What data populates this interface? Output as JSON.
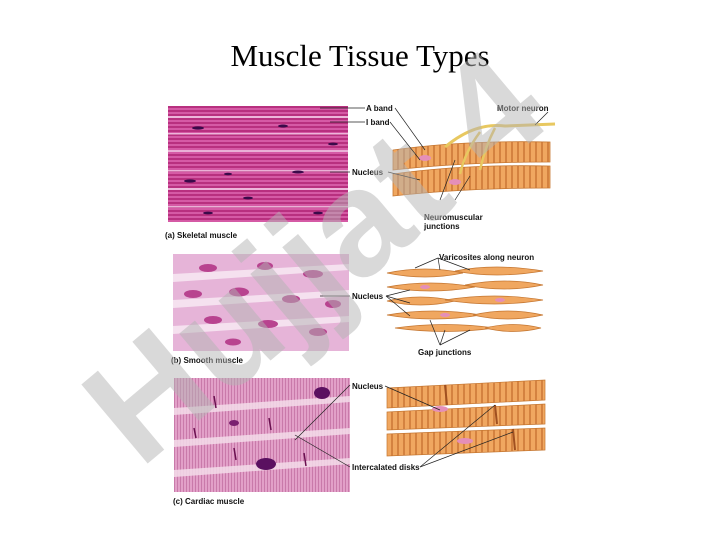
{
  "slide": {
    "title": "Muscle Tissue Types"
  },
  "panels": {
    "skeletal": {
      "caption": "(a) Skeletal muscle",
      "labels": {
        "a_band": "A band",
        "i_band": "I band",
        "nucleus": "Nucleus",
        "motor_neuron": "Motor neuron",
        "nmj_1": "Neuromuscular",
        "nmj_2": "junctions"
      }
    },
    "smooth": {
      "caption": "(b) Smooth muscle",
      "labels": {
        "varicosities": "Varicosites along neuron",
        "nucleus": "Nucleus",
        "gap_junctions": "Gap junctions"
      }
    },
    "cardiac": {
      "caption": "(c) Cardiac muscle",
      "labels": {
        "nucleus": "Nucleus",
        "intercalated": "Intercalated disks"
      }
    }
  },
  "watermark": {
    "text": "Hujjat 4",
    "colors": {
      "gray": "#b4b4b4",
      "purple": "#c9a0f0"
    }
  },
  "colors": {
    "skeletal_stain": "#c2408f",
    "smooth_stain": "#d99ac8",
    "cardiac_stain": "#d88cb8",
    "fiber_orange": "#f0a760",
    "fiber_dark": "#d0803e"
  }
}
